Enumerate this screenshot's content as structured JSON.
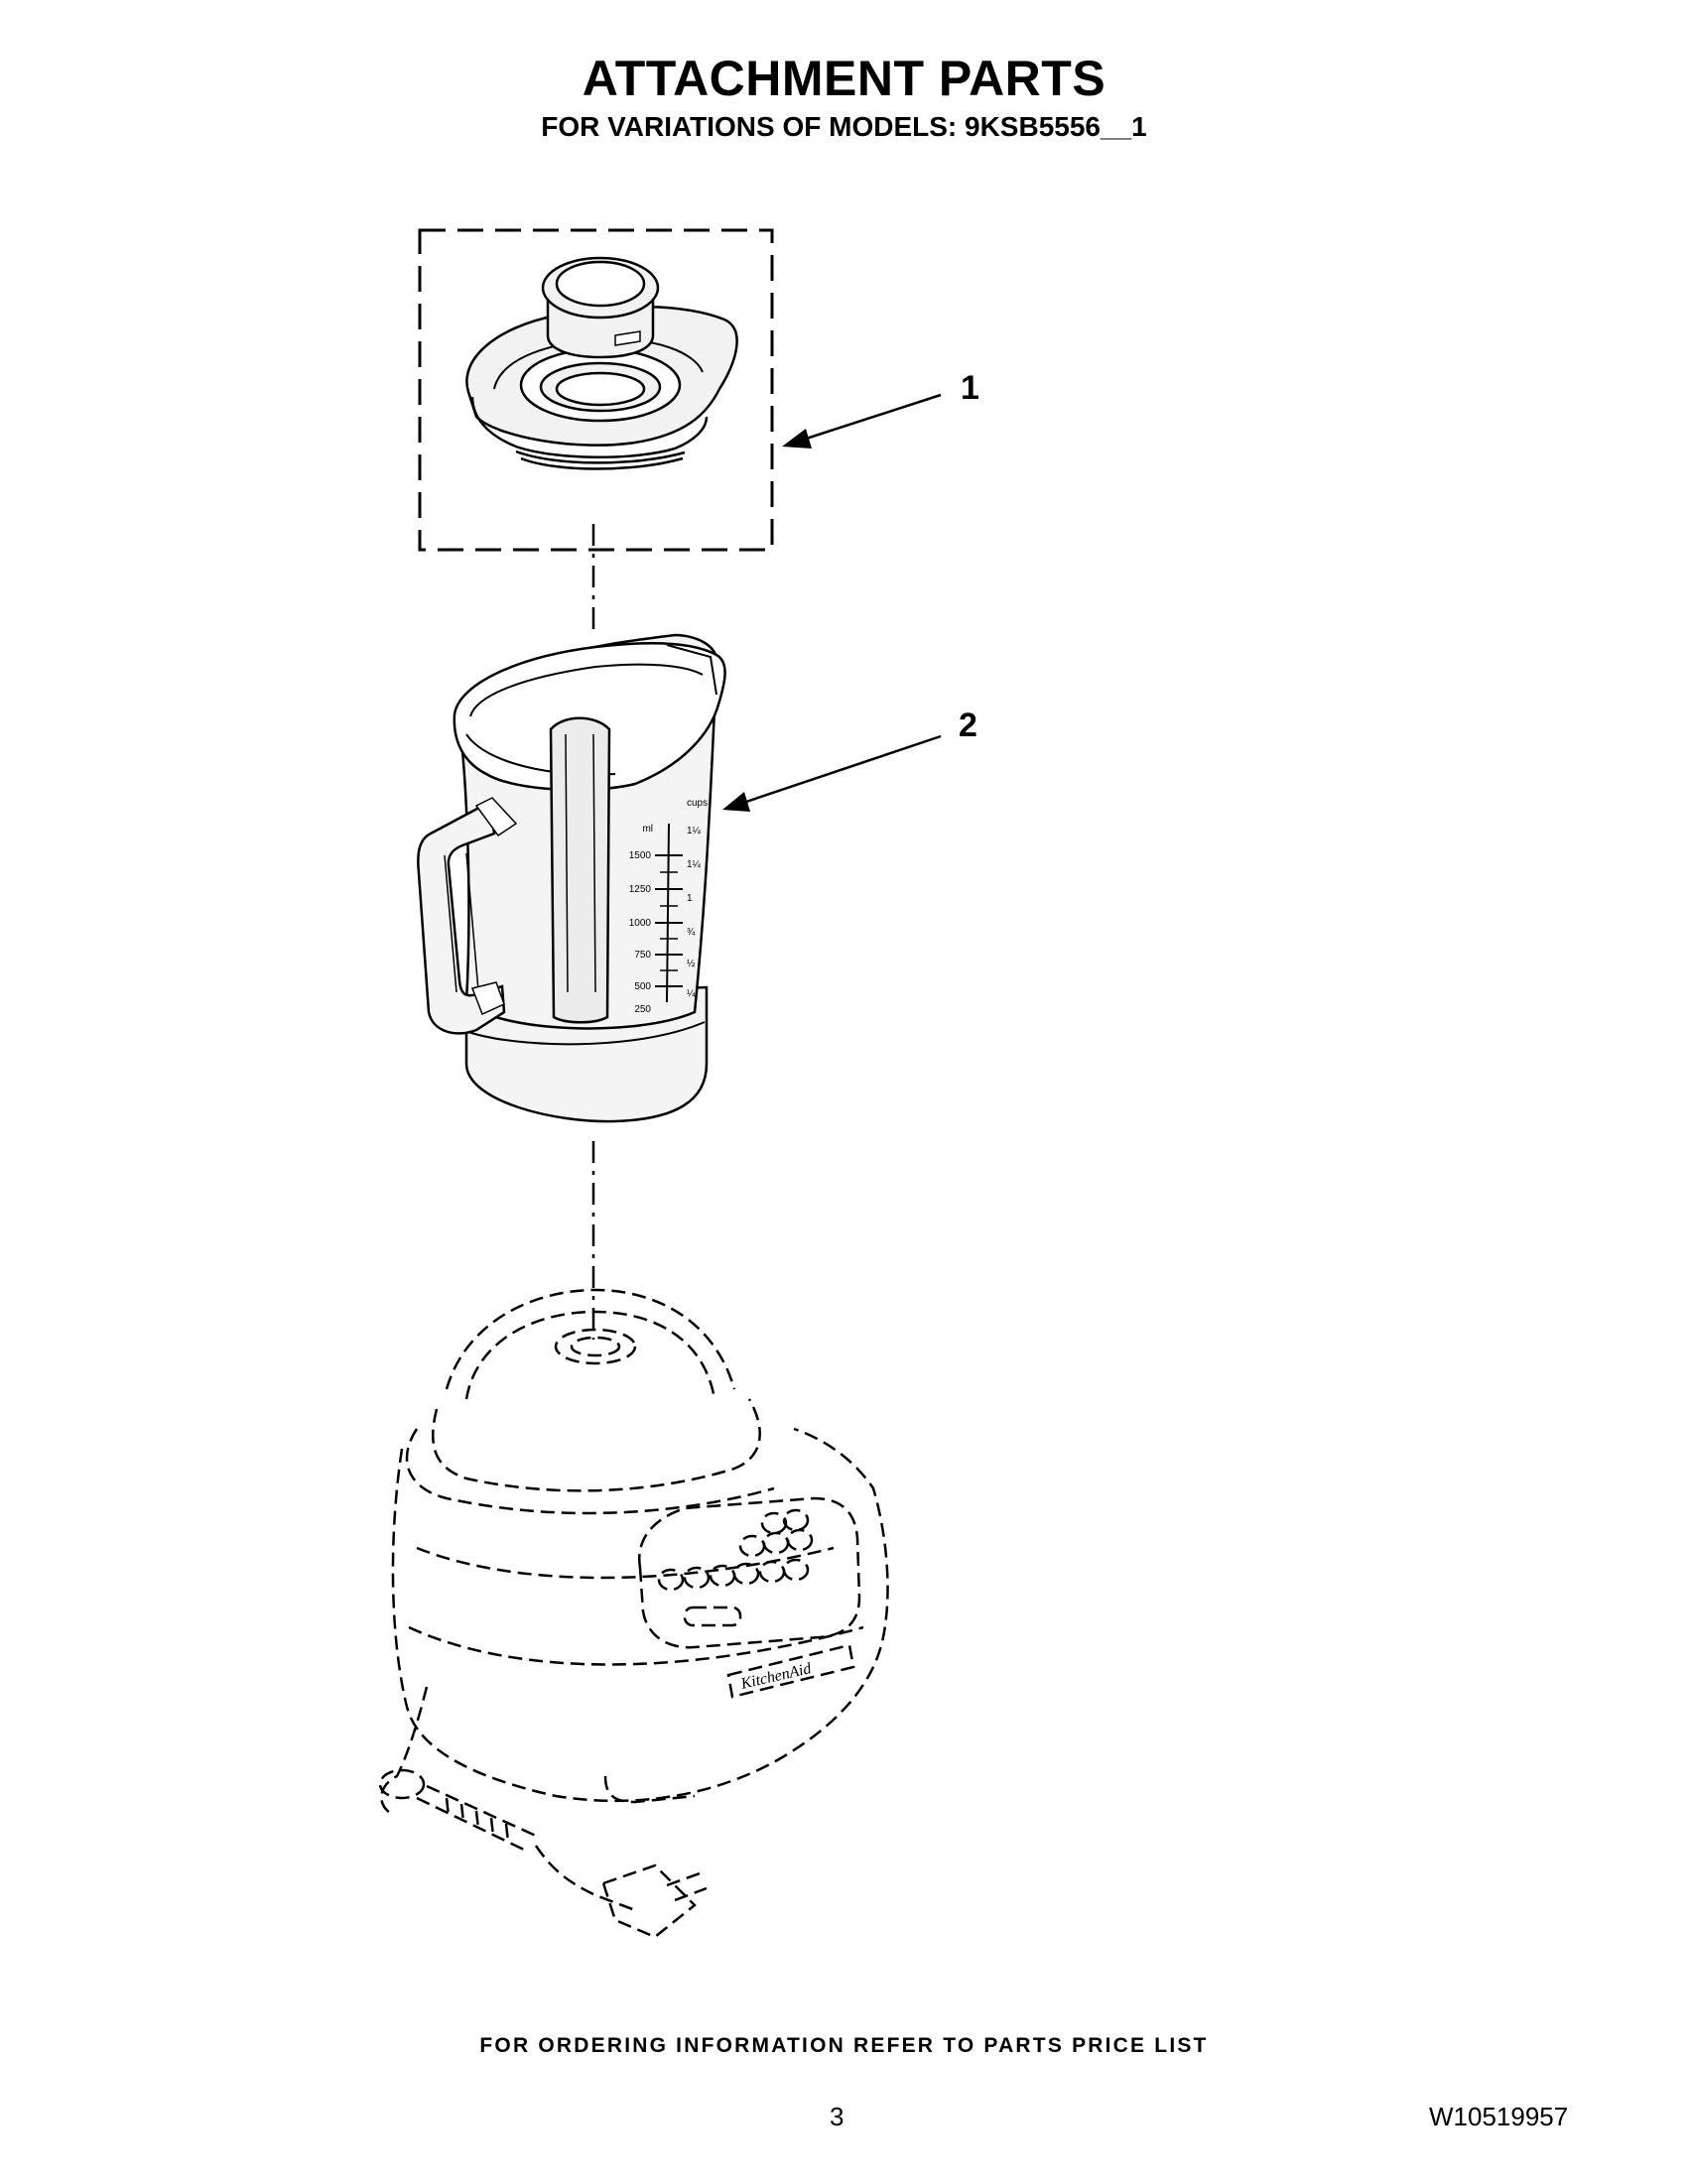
{
  "header": {
    "title": "ATTACHMENT PARTS",
    "subtitle": "FOR VARIATIONS OF MODELS: 9KSB5556__1"
  },
  "callouts": [
    {
      "number": "1",
      "part": "jar lid"
    },
    {
      "number": "2",
      "part": "blender jar"
    }
  ],
  "jar_markings": {
    "ml": [
      "ml",
      "1500",
      "1250",
      "1000",
      "750",
      "500",
      "250"
    ],
    "cups": [
      "cups",
      "1¼",
      "1¼",
      "1",
      "¾",
      "½",
      "¼"
    ]
  },
  "base_brand": "KitchenAid",
  "footer": {
    "ordering_note": "FOR ORDERING INFORMATION REFER TO PARTS PRICE LIST",
    "page_number": "3",
    "document_number": "W10519957"
  },
  "colors": {
    "line": "#000000",
    "fill": "#f2f2f2",
    "background": "#ffffff"
  }
}
